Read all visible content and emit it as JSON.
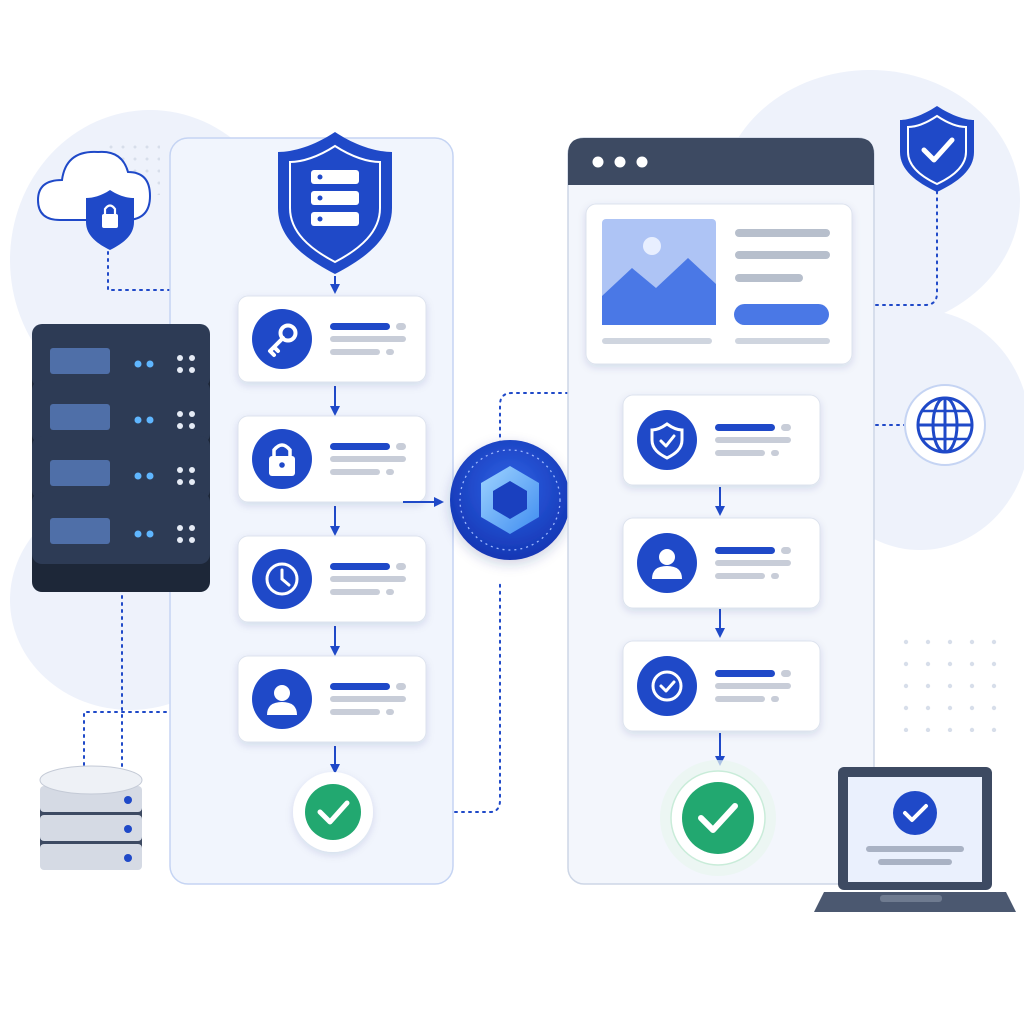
{
  "colors": {
    "primary": "#1f49c8",
    "primary_dark": "#1233a8",
    "light_blue": "#5b86e5",
    "panel_bg": "#f1f5fd",
    "panel_border": "#c5d4f3",
    "card_border": "#dde3ee",
    "gray_line": "#c8cdd8",
    "success": "#22a870",
    "success_bg": "#e8f6ef",
    "server_dark": "#243247",
    "browser_bar": "#3d4a62"
  },
  "diagram": {
    "left_pipeline": {
      "header_icon": "shield-server-icon",
      "steps": [
        {
          "icon": "key-icon"
        },
        {
          "icon": "lock-icon"
        },
        {
          "icon": "clock-icon"
        },
        {
          "icon": "user-icon"
        }
      ],
      "result_icon": "check-circle-icon"
    },
    "hub_icon": "hexagon-icon",
    "right_app": {
      "window_controls": [
        "dot",
        "dot",
        "dot"
      ],
      "hero": {
        "image_icon": "image-placeholder-icon",
        "has_button": true
      },
      "steps": [
        {
          "icon": "shield-check-icon"
        },
        {
          "icon": "user-icon"
        },
        {
          "icon": "check-icon"
        }
      ],
      "result_icon": "check-circle-icon"
    },
    "side_icons": [
      "cloud-lock-icon",
      "server-rack-icon",
      "database-icon",
      "shield-check-icon",
      "globe-icon",
      "laptop-verified-icon"
    ]
  }
}
